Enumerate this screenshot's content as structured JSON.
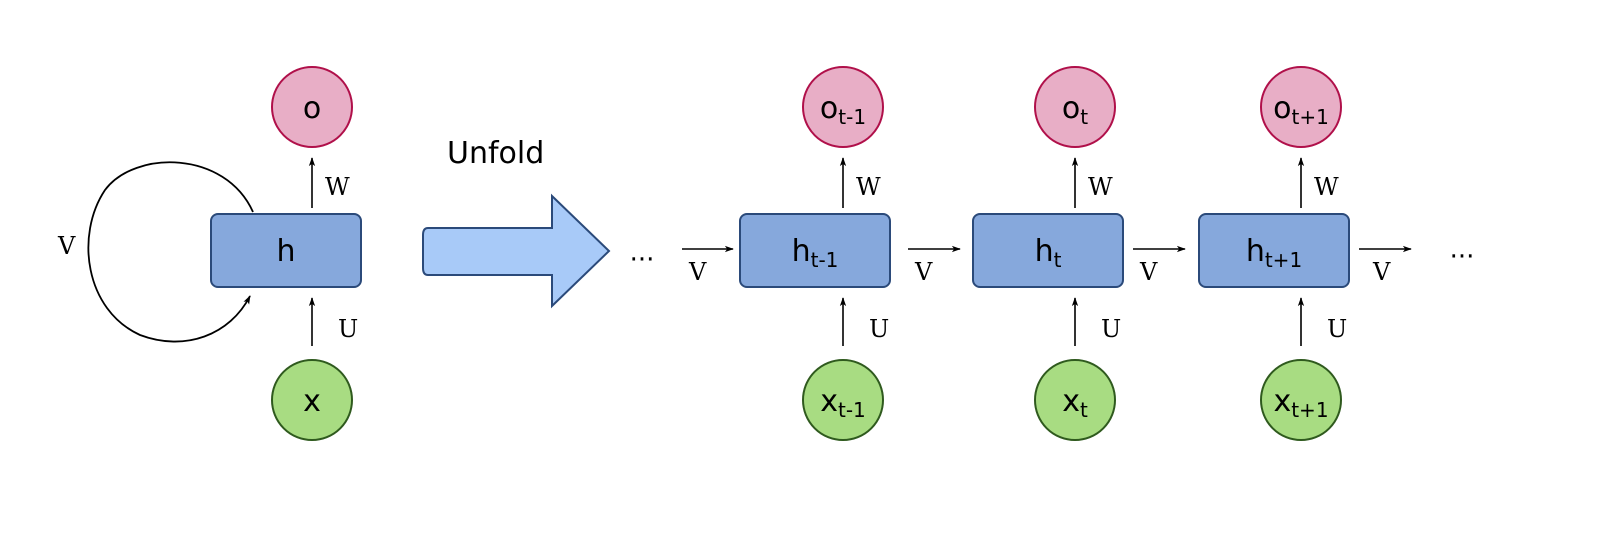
{
  "folded": {
    "output": {
      "base": "o",
      "sub": ""
    },
    "hidden": {
      "base": "h",
      "sub": ""
    },
    "input": {
      "base": "x",
      "sub": ""
    },
    "recurrent_weight": "V",
    "output_weight": "W",
    "input_weight": "U"
  },
  "unfold_label": "Unfold",
  "ellipsis_left": "···",
  "ellipsis_right": "···",
  "steps": [
    {
      "output": {
        "base": "o",
        "sub": "t-1"
      },
      "hidden": {
        "base": "h",
        "sub": "t-1"
      },
      "input": {
        "base": "x",
        "sub": "t-1"
      },
      "w": "W",
      "u": "U",
      "v_in": "V"
    },
    {
      "output": {
        "base": "o",
        "sub": "t"
      },
      "hidden": {
        "base": "h",
        "sub": "t"
      },
      "input": {
        "base": "x",
        "sub": "t"
      },
      "w": "W",
      "u": "U",
      "v_in": "V"
    },
    {
      "output": {
        "base": "o",
        "sub": "t+1"
      },
      "hidden": {
        "base": "h",
        "sub": "t+1"
      },
      "input": {
        "base": "x",
        "sub": "t+1"
      },
      "w": "W",
      "u": "U",
      "v_in": "V"
    }
  ],
  "v_out": "V",
  "colors": {
    "output_fill": "#e8aec6",
    "output_stroke": "#b0104a",
    "hidden_fill": "#86a8dc",
    "hidden_stroke": "#2b4a7a",
    "input_fill": "#a8dc82",
    "input_stroke": "#2f5a1e",
    "arrow_fill": "#a8caf8",
    "arrow_stroke": "#2b4a7a"
  }
}
